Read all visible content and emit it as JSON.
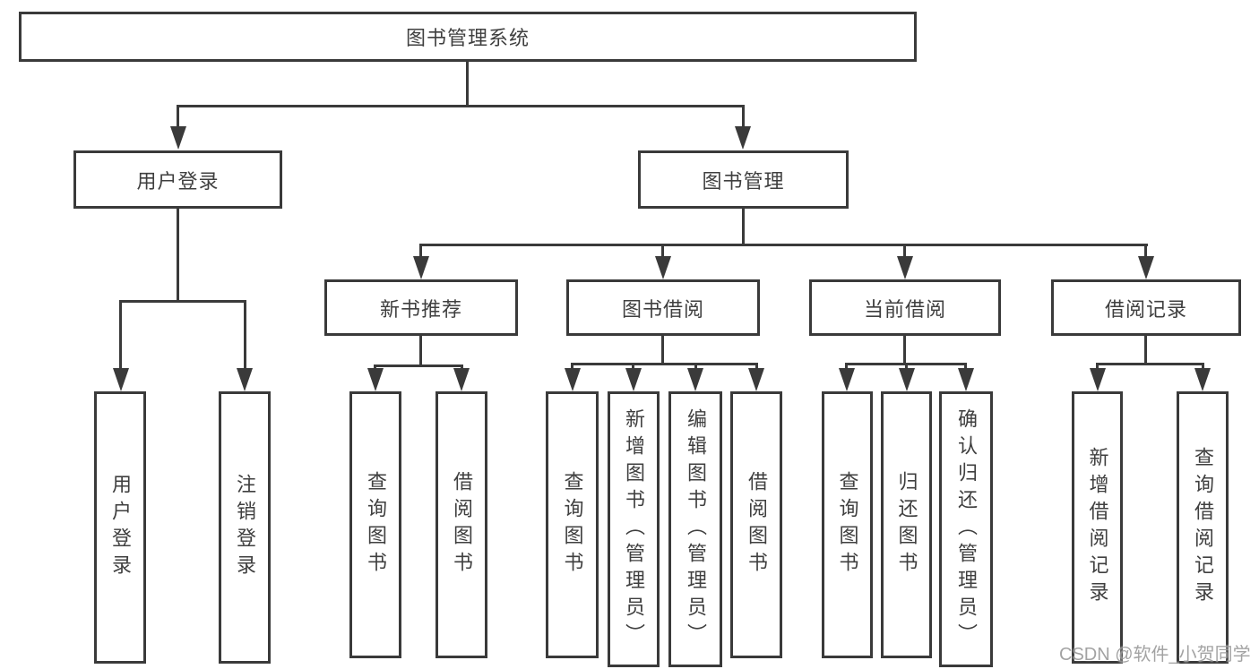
{
  "tree": {
    "root": {
      "label": "图书管理系统"
    },
    "userLogin": {
      "label": "用户登录",
      "leaves": [
        {
          "label": "用户登录"
        },
        {
          "label": "注销登录"
        }
      ]
    },
    "bookManagement": {
      "label": "图书管理",
      "groups": [
        {
          "label": "新书推荐",
          "leaves": [
            {
              "label": "查询图书"
            },
            {
              "label": "借阅图书"
            }
          ]
        },
        {
          "label": "图书借阅",
          "leaves": [
            {
              "label": "查询图书"
            },
            {
              "label": "新增图书（管理员）"
            },
            {
              "label": "编辑图书（管理员）"
            },
            {
              "label": "借阅图书"
            }
          ]
        },
        {
          "label": "当前借阅",
          "leaves": [
            {
              "label": "查询图书"
            },
            {
              "label": "归还图书"
            },
            {
              "label": "确认归还（管理员）"
            }
          ]
        },
        {
          "label": "借阅记录",
          "leaves": [
            {
              "label": "新增借阅记录"
            },
            {
              "label": "查询借阅记录"
            }
          ]
        }
      ]
    }
  },
  "watermark": "CSDN @软件_小贺同学",
  "colors": {
    "line": "#3a3a3a",
    "text": "#3f3f3f",
    "watermark": "#9a9a9a"
  }
}
